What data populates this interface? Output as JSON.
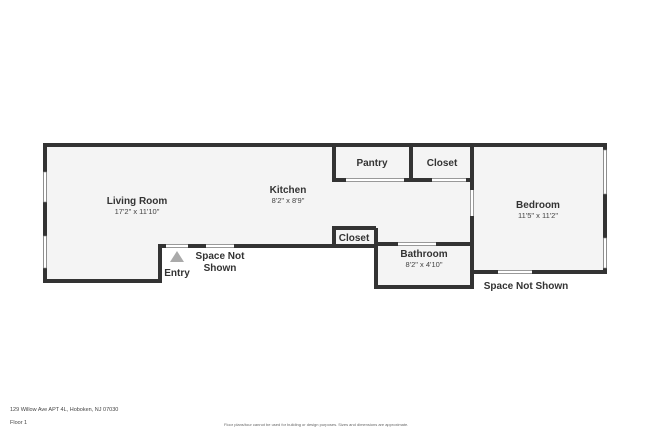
{
  "rooms": {
    "living_room": {
      "name": "Living Room",
      "dims": "17'2\" x 11'10\""
    },
    "kitchen": {
      "name": "Kitchen",
      "dims": "8'2\" x 8'9\""
    },
    "pantry": {
      "name": "Pantry"
    },
    "closet_top": {
      "name": "Closet"
    },
    "closet_small": {
      "name": "Closet"
    },
    "bathroom": {
      "name": "Bathroom",
      "dims": "8'2\" x 4'10\""
    },
    "bedroom": {
      "name": "Bedroom",
      "dims": "11'5\" x 11'2\""
    }
  },
  "labels": {
    "entry": "Entry",
    "space_not_shown_1_line1": "Space Not",
    "space_not_shown_1_line2": "Shown",
    "space_not_shown_2": "Space Not Shown"
  },
  "footer": {
    "address": "129 Willow Ave APT 4L, Hoboken, NJ 07030",
    "floor": "Floor 1",
    "disclaimer": "Floor plans/tour cannot be used for building or design purposes. Sizes and dimensions are approximate."
  },
  "colors": {
    "wall": "#333333",
    "floor_fill": "#f4f4f4",
    "background": "#ffffff"
  }
}
